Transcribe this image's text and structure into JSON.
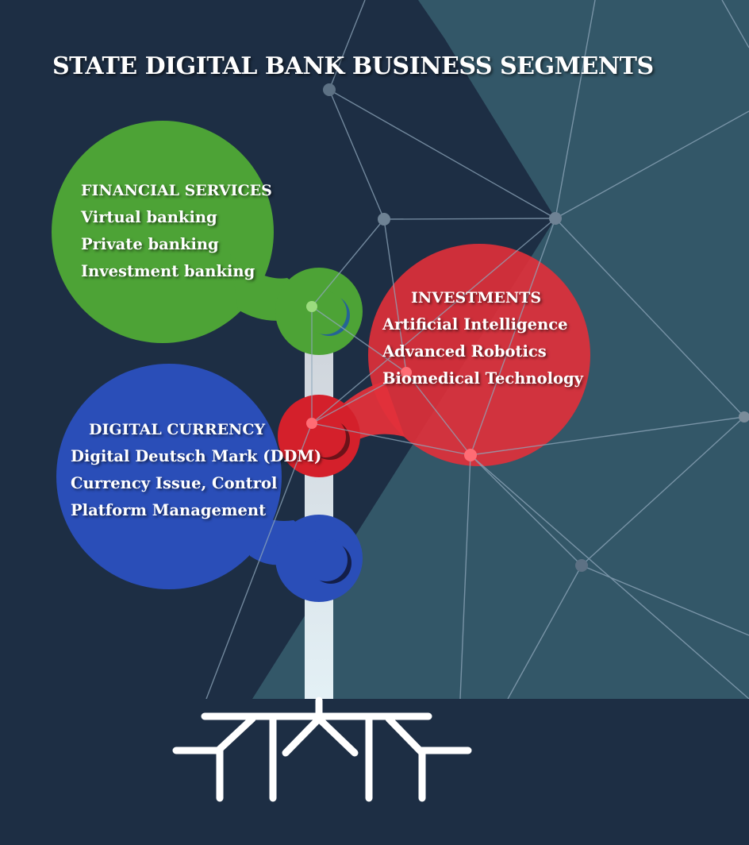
{
  "title": "STATE DIGITAL BANK BUSINESS SEGMENTS",
  "colors": {
    "background": "#1d2e44",
    "teal_panel": "#355a6a",
    "financial": "#4da336",
    "investments": "#e2303a",
    "digital_currency": "#2a4eb8",
    "trunk": "#c8ced6",
    "roots": "#ffffff"
  },
  "segments": {
    "financial_services": {
      "title": "FINANCIAL SERVICES",
      "items": [
        "Virtual banking",
        "Private banking",
        "Investment banking"
      ]
    },
    "investments": {
      "title": "INVESTMENTS",
      "items": [
        "Artificial Intelligence",
        "Advanced Robotics",
        "Biomedical Technology"
      ]
    },
    "digital_currency": {
      "title": "DIGITAL CURRENCY",
      "items": [
        "Digital Deutsch Mark (DDM)",
        "Currency Issue, Control",
        "Platform Management"
      ]
    }
  }
}
